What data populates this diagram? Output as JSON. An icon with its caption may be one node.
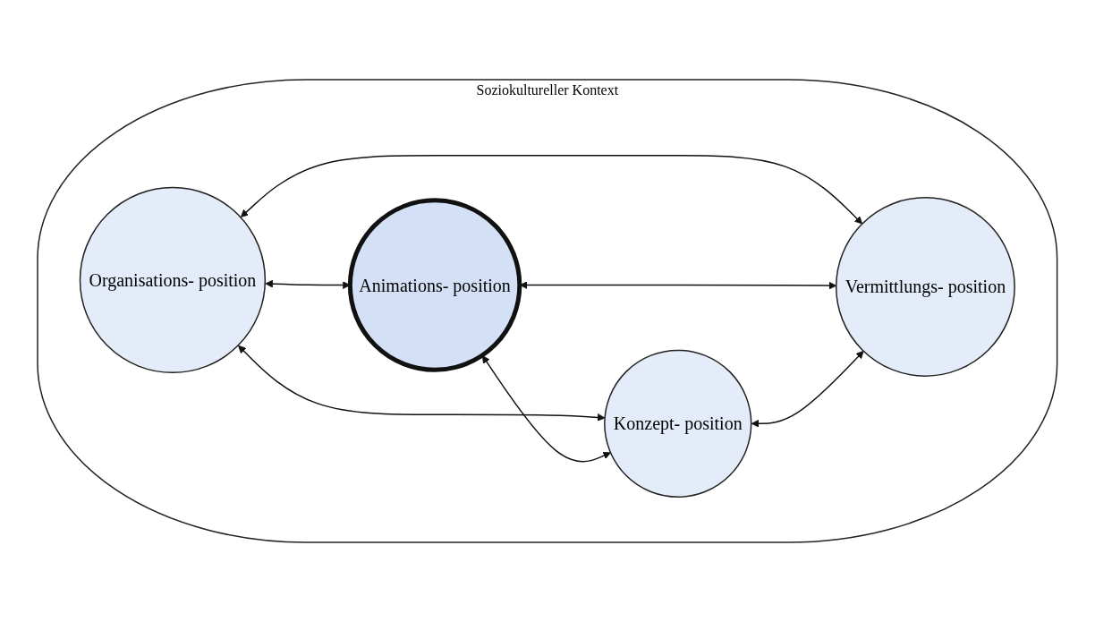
{
  "diagram": {
    "nodes": [
      {
        "text": [
          "Soziokultureller Kontext"
        ]
      },
      {
        "text": [
          "Organisations- position"
        ],
        "in": 0
      },
      {
        "text": [
          "Animations- position"
        ],
        "in": 0
      },
      {
        "text": [
          "Konzept- position"
        ],
        "in": 0
      },
      {
        "text": [
          "Vermittlungs- position"
        ],
        "in": 0
      }
    ],
    "edges": [
      {
        "from": 1,
        "to": 2,
        "arrow": "both"
      },
      {
        "from": 1,
        "to": 3,
        "arrow": "both"
      },
      {
        "from": 1,
        "to": 4,
        "arrow": "both"
      },
      {
        "from": 2,
        "to": 3,
        "arrow": "both"
      },
      {
        "from": 2,
        "to": 4,
        "arrow": "both"
      },
      {
        "from": 3,
        "to": 4,
        "arrow": "both"
      }
    ]
  }
}
